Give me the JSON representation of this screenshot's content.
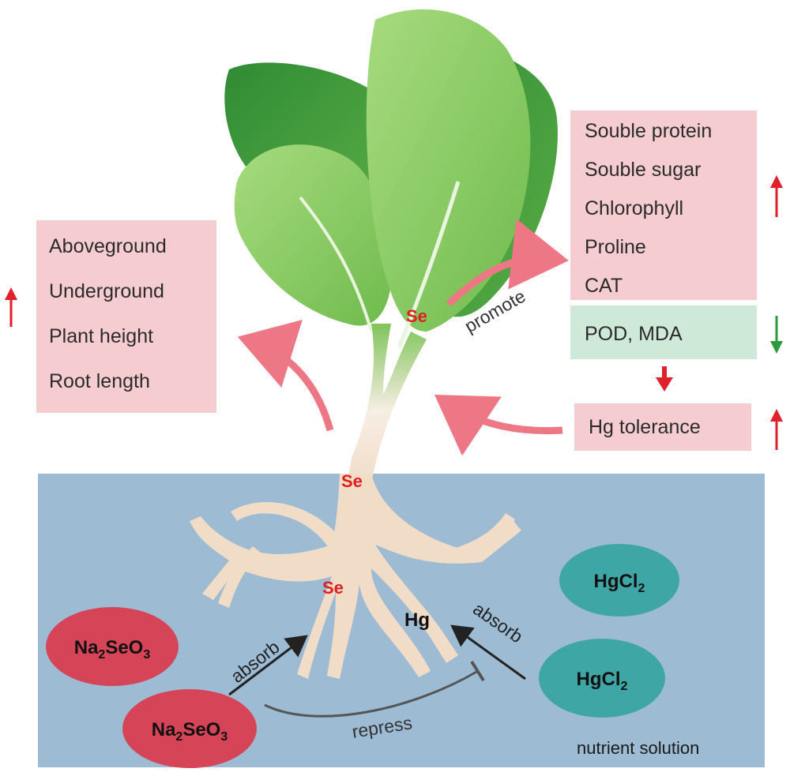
{
  "colors": {
    "solution": "#9dbbd3",
    "pink_box": "#f5ccd0",
    "green_box": "#cfe9d8",
    "arrow_pink": "#ee7785",
    "arrow_red": "#e0202a",
    "arrow_green": "#2a9a3c",
    "se_oval": "#d54457",
    "hg_oval": "#3fa6a6",
    "root": "#f1dcc8",
    "leaf_dark": "#3f9b40",
    "leaf_light": "#8fcf62"
  },
  "left_box": {
    "items": [
      "Aboveground",
      "Underground",
      "Plant height",
      "Root length"
    ],
    "indicator": "↑"
  },
  "right_box": {
    "items": [
      "Souble protein",
      "Souble sugar",
      "Chlorophyll",
      "Proline",
      "CAT"
    ],
    "indicator": "↑"
  },
  "green_box": {
    "label": "POD, MDA",
    "indicator": "↓"
  },
  "tolerance_box": {
    "label": "Hg tolerance",
    "indicator": "↑"
  },
  "arrows": {
    "promote": "promote",
    "absorb_se": "absorb",
    "absorb_hg": "absorb",
    "repress": "repress"
  },
  "labels": {
    "se_leaf": "Se",
    "se_stem": "Se",
    "se_root": "Se",
    "hg_root": "Hg",
    "solution": "nutrient solution"
  },
  "compounds": {
    "na2seo3_top": {
      "base": "Na",
      "sub1": "2",
      "mid": "SeO",
      "sub2": "3"
    },
    "na2seo3_bottom": {
      "base": "Na",
      "sub1": "2",
      "mid": "SeO",
      "sub2": "3"
    },
    "hgcl2_top": {
      "base": "HgCl",
      "sub1": "2"
    },
    "hgcl2_bottom": {
      "base": "HgCl",
      "sub1": "2"
    }
  }
}
